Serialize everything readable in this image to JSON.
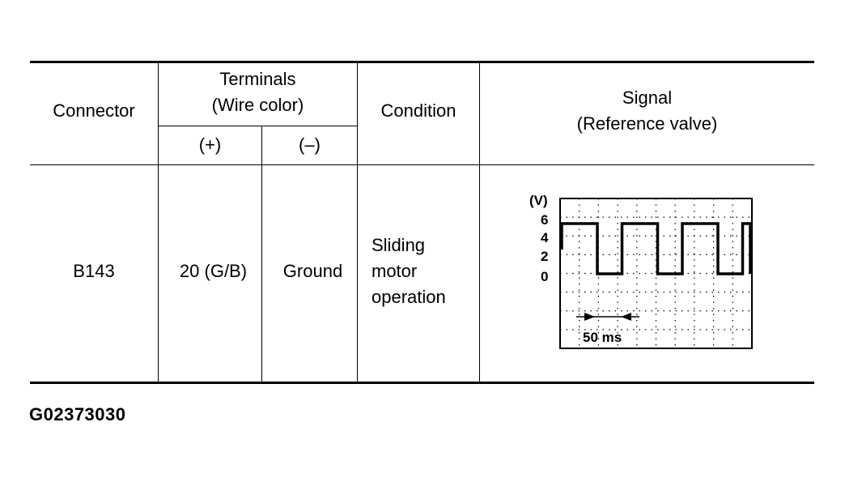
{
  "table": {
    "headers": {
      "connector": "Connector",
      "terminals": "Terminals",
      "terminals_sub": "(Wire color)",
      "plus": "(+)",
      "minus": "(–)",
      "condition": "Condition",
      "signal": "Signal",
      "signal_sub": "(Reference valve)"
    },
    "row": {
      "connector": "B143",
      "plus": "20 (G/B)",
      "minus": "Ground",
      "condition_lines": [
        "Sliding",
        "motor",
        "operation"
      ]
    }
  },
  "scope": {
    "unit_label": "(V)",
    "y_ticks": [
      "6",
      "4",
      "2",
      "0"
    ],
    "time_label": "50 ms",
    "waveform": {
      "high_v": 5,
      "low_v": 0,
      "period_ms": 50,
      "pulses": 3
    }
  },
  "figure_id": "G02373030"
}
